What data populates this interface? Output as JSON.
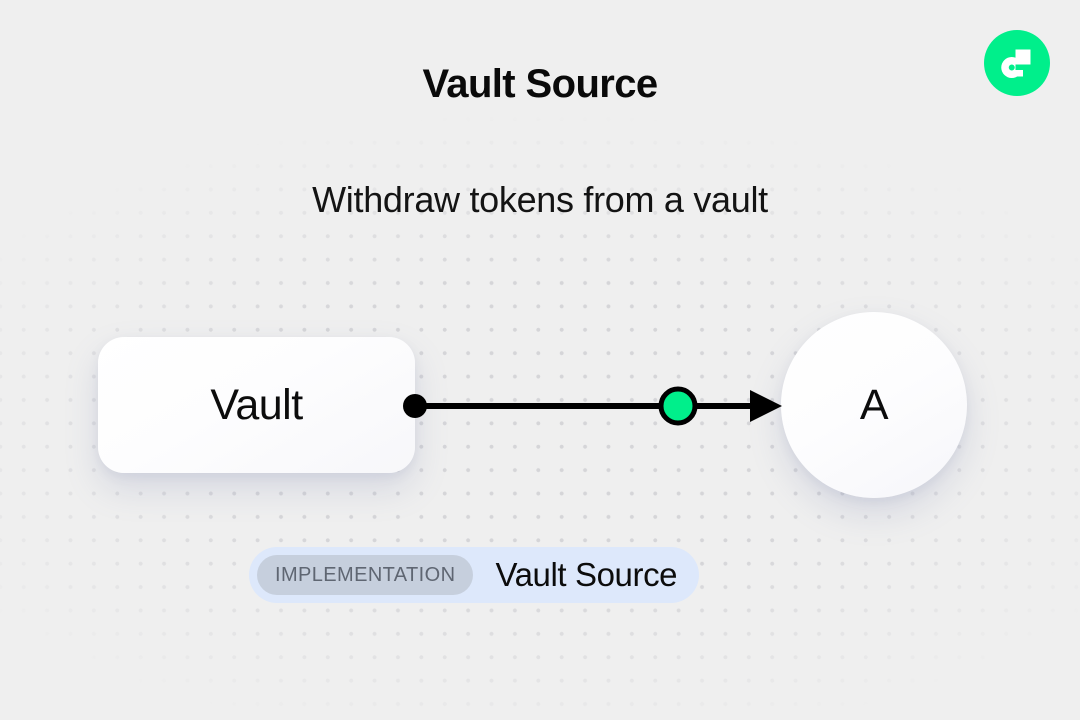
{
  "header": {
    "title": "Vault Source",
    "subtitle": "Withdraw tokens from a vault"
  },
  "brand": {
    "logo_name": "flow-logo-icon",
    "logo_color": "#00ef8b",
    "logo_mark_color": "#ffffff"
  },
  "diagram": {
    "nodes": [
      {
        "id": "vault",
        "label": "Vault",
        "shape": "rounded-rect"
      },
      {
        "id": "a",
        "label": "A",
        "shape": "circle"
      }
    ],
    "edge": {
      "from": "vault",
      "to": "a",
      "source_handle": "source-handle-dot",
      "midpoint_marker": "edge-midpoint-dot",
      "marker_color": "#00ef8b",
      "line_color": "#000000",
      "arrow": "arrow-head-icon"
    }
  },
  "badge": {
    "tag": "IMPLEMENTATION",
    "name": "Vault Source",
    "tag_bg": "#c6cfdd",
    "badge_bg": "#dde8fb",
    "tag_text_color": "#5f6672"
  }
}
